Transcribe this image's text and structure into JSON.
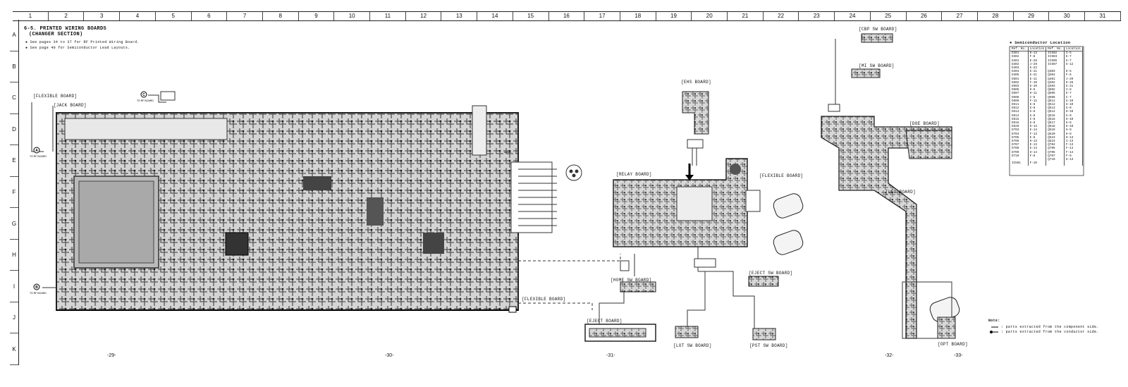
{
  "grid": {
    "columns": [
      "1",
      "2",
      "3",
      "4",
      "5",
      "6",
      "7",
      "8",
      "9",
      "10",
      "11",
      "12",
      "13",
      "14",
      "15",
      "16",
      "17",
      "18",
      "19",
      "20",
      "21",
      "22",
      "23",
      "24",
      "25",
      "26",
      "27",
      "28",
      "29",
      "30",
      "31"
    ],
    "rows": [
      "A",
      "B",
      "C",
      "D",
      "E",
      "F",
      "G",
      "H",
      "I",
      "J",
      "K"
    ]
  },
  "heading": {
    "title": "6-5. PRINTED WIRING BOARDS",
    "subtitle": "(CHANGER SECTION)",
    "note1": "See pages 34 to 37 for RF Printed Wiring Board.",
    "note2": "See page 40 for Semiconductor Lead Layouts."
  },
  "boards": {
    "flexible_1": "[FLEXIBLE BOARD]",
    "jack": "[JACK BOARD]",
    "relay": "[RELAY BOARD]",
    "ehs": "[EHS BOARD]",
    "flexible_2": "[FLEXIBLE BOARD]",
    "flexible_3": "[FLEXIBLE BOARD]",
    "home_sw": "[HOME SW BOARD]",
    "eject_sw": "[EJECT SW BOARD]",
    "eject": "[EJECT BOARD]",
    "lot_sw": "[LOT SW BOARD]",
    "pst_sw": "[PST SW BOARD]",
    "cbp_sw": "[CBP SW BOARD]",
    "mi_sw": "[MI SW BOARD]",
    "doe": "[DOE BOARD]",
    "led": "[LED BOARD]",
    "opt": "[OPT BOARD]"
  },
  "connectors": {
    "a_label": "A",
    "a_to": "TO RF BOARD",
    "b_label": "B",
    "b_to": "TO RF BOARD",
    "c_label": "C",
    "c_to": "TO RF BOARD"
  },
  "pages": [
    "-29-",
    "-30-",
    "-31-",
    "-32-",
    "-33-"
  ],
  "legend": {
    "title": "Note:",
    "line1": ": parts extracted from the component side.",
    "line2": ": parts extracted from the conductor side."
  },
  "semiconductor_table": {
    "title": "Semiconductor Location",
    "headers": [
      "Ref. No.",
      "Location",
      "Ref. No.",
      "Location"
    ],
    "left": [
      [
        "D301",
        "D-13"
      ],
      [
        "D302",
        "F-8"
      ],
      [
        "D401",
        "E-28"
      ],
      [
        "D402",
        "J-29"
      ],
      [
        "D403",
        "G-22"
      ],
      [
        "D404",
        "G-21"
      ],
      [
        "D405",
        "G-21"
      ],
      [
        "D501",
        "E-11"
      ],
      [
        "D502",
        "F-10"
      ],
      [
        "D503",
        "G-10"
      ],
      [
        "D505",
        "H-8"
      ],
      [
        "D507",
        "H-11"
      ],
      [
        "D508",
        "I-8"
      ],
      [
        "D509",
        "F-11"
      ],
      [
        "D511",
        "G-8"
      ],
      [
        "D512",
        "G-8"
      ],
      [
        "D513",
        "G-8"
      ],
      [
        "D514",
        "G-8"
      ],
      [
        "D515",
        "I-8"
      ],
      [
        "D516",
        "G-8"
      ],
      [
        "D520",
        "H-13"
      ],
      [
        "D703",
        "E-14"
      ],
      [
        "D704",
        "F-13"
      ],
      [
        "D705",
        "E-8"
      ],
      [
        "D706",
        "H-13"
      ],
      [
        "D707",
        "E-13"
      ],
      [
        "D708",
        "E-14"
      ],
      [
        "D709",
        "H-14"
      ],
      [
        "D710",
        "F-8"
      ],
      [
        "",
        ""
      ],
      [
        "IC501",
        "F-10"
      ]
    ],
    "right": [
      [
        "IC502",
        "I-5"
      ],
      [
        "IC503",
        "E-7"
      ],
      [
        "IC505",
        "G-7"
      ],
      [
        "IC507",
        "G-12"
      ],
      [
        "",
        ""
      ],
      [
        "Q303",
        "D-5"
      ],
      [
        "Q304",
        "F-6"
      ],
      [
        "Q401",
        "J-29"
      ],
      [
        "Q402",
        "D-26"
      ],
      [
        "Q403",
        "G-21"
      ],
      [
        "Q502",
        "I-8"
      ],
      [
        "Q505",
        "E-7"
      ],
      [
        "Q506",
        "C-7"
      ],
      [
        "Q511",
        "G-10"
      ],
      [
        "Q512",
        "G-10"
      ],
      [
        "Q513",
        "G-9"
      ],
      [
        "Q514",
        "H-10"
      ],
      [
        "Q515",
        "G-9"
      ],
      [
        "Q516",
        "H-10"
      ],
      [
        "Q517",
        "H-8"
      ],
      [
        "Q518",
        "H-10"
      ],
      [
        "Q519",
        "H-9"
      ],
      [
        "Q520",
        "H-8"
      ],
      [
        "Q523",
        "H-13"
      ],
      [
        "Q524",
        "I-13"
      ],
      [
        "Q704",
        "F-13"
      ],
      [
        "Q705",
        "F-14"
      ],
      [
        "Q706",
        "F-14"
      ],
      [
        "Q707",
        "F-9"
      ],
      [
        "Q710",
        "G-13"
      ]
    ]
  }
}
